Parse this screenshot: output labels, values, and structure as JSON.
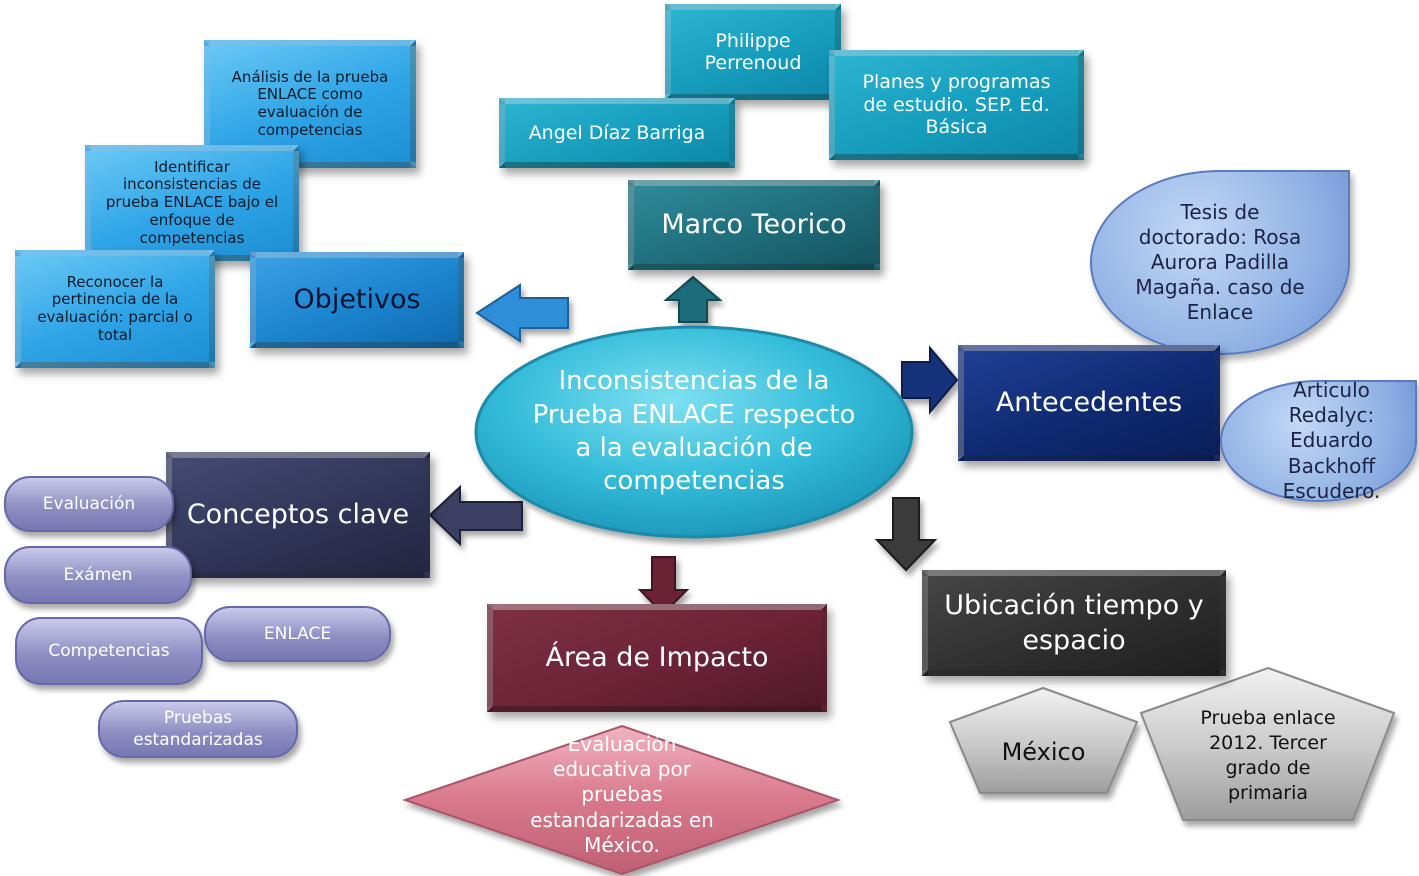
{
  "center": "Inconsistencias de la Prueba ENLACE respecto a la evaluación de competencias",
  "objetivos": {
    "title": "Objetivos",
    "items": [
      "Análisis de la prueba ENLACE como evaluación de competencias",
      "Identificar inconsistencias de prueba ENLACE bajo el enfoque de competencias",
      "Reconocer la pertinencia de la evaluación: parcial o total"
    ]
  },
  "marco": {
    "title": "Marco Teorico",
    "items": [
      "Philippe Perrenoud",
      "Angel Díaz Barriga",
      "Planes y programas de estudio. SEP. Ed. Básica"
    ]
  },
  "antecedentes": {
    "title": "Antecedentes",
    "items": [
      "Tesis de doctorado: Rosa Aurora Padilla Magaña. caso de Enlace",
      "Articulo Redalyc: Eduardo Backhoff Escudero."
    ]
  },
  "conceptos": {
    "title": "Conceptos clave",
    "items": [
      "Evaluación",
      "Exámen",
      "Competencias",
      "ENLACE",
      "Pruebas estandarizadas"
    ]
  },
  "impacto": {
    "title": "Área de Impacto",
    "item": "Evaluación educativa por pruebas estandarizadas en México."
  },
  "ubicacion": {
    "title": "Ubicación tiempo y espacio",
    "items": [
      "México",
      "Prueba enlace 2012. Tercer grado de primaria"
    ]
  },
  "colors": {
    "objetivos": "#1b84cf",
    "marco": "#1e6d7b",
    "antecedentes": "#0f2a72",
    "conceptos": "#303558",
    "impacto": "#6b2335",
    "ubicacion": "#2f2f2f",
    "center": "#31b9d8"
  }
}
